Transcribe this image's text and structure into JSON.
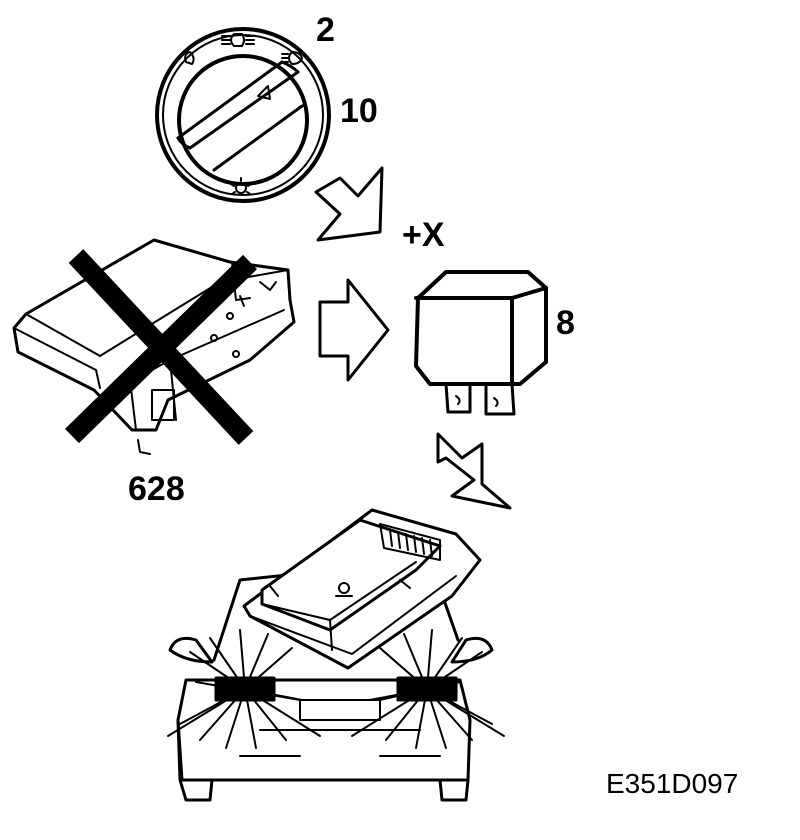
{
  "labels": {
    "switch_number": "2",
    "switch_pin": "10",
    "power_feed": "+X",
    "relay_number": "8",
    "module_number": "628",
    "figure_code": "E351D097"
  },
  "icons": {
    "low_beam": "low-beam-headlight-icon",
    "high_beam": "high-beam-headlight-icon",
    "parking": "parking-light-icon",
    "instrument": "instrument-light-icon"
  }
}
